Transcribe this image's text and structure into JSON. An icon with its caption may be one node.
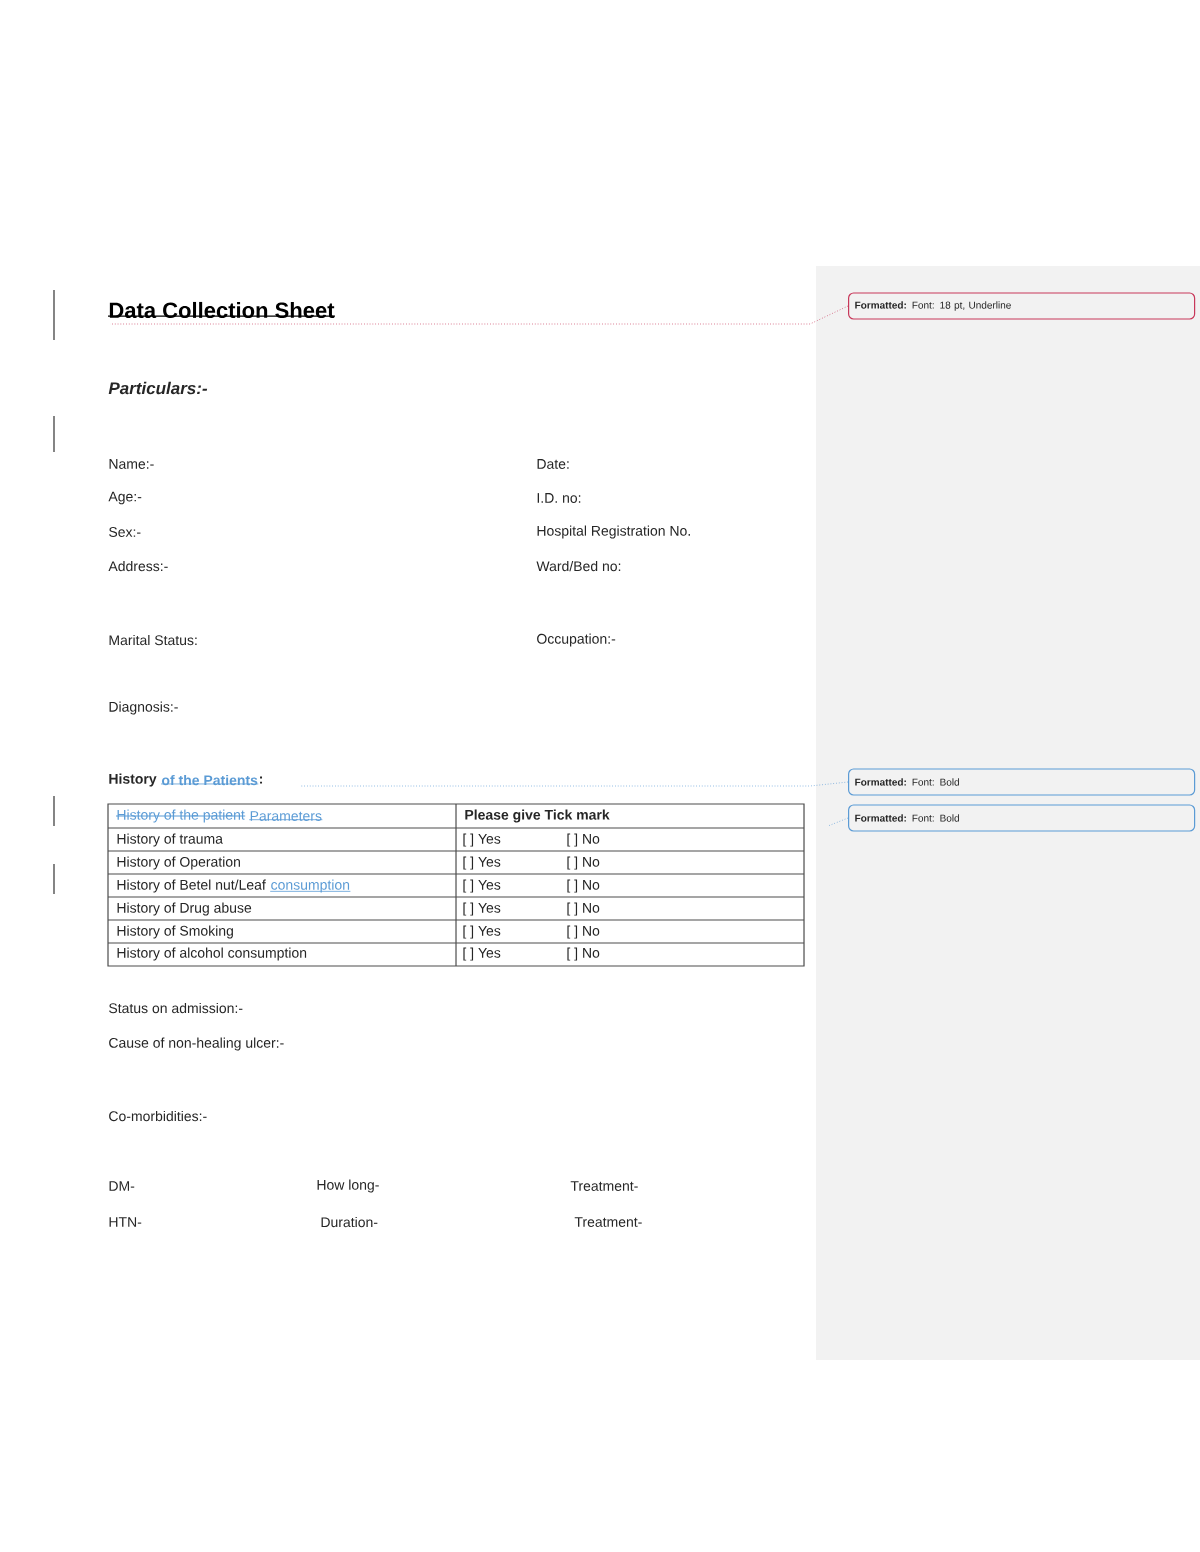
{
  "diagram": {
    "title": "Data Collection Sheet",
    "nodes": [
      {
        "text": [
          "**Formatted:** Font: 18 pt, Underline"
        ]
      },
      {
        "text": [
          "**Formatted:** Font: Bold"
        ]
      },
      {
        "text": [
          "**Formatted:** Font: Bold"
        ]
      }
    ],
    "edges": [
      {
        "from": 0,
        "to": null,
        "arrow": "none",
        "color": "#c8385a"
      },
      {
        "from": 1,
        "to": null,
        "arrow": "none"
      },
      {
        "from": 2,
        "to": null,
        "arrow": "none"
      }
    ],
    "labels": [
      "Particulars:-",
      "Name:-",
      "Date:",
      "Age:-",
      "I.D. no:",
      "Sex:-",
      "Hospital Registration No.",
      "Address:-",
      "Ward/Bed no:",
      "Marital Status:",
      "Occupation:-",
      "Diagnosis:-",
      "History",
      "of the Patients",
      ":",
      "History of the patient",
      "Parameters",
      "Please give Tick mark",
      "History of trauma",
      "[ ] Yes",
      "[ ] No",
      "History of Operation",
      "[ ] Yes",
      "[ ] No",
      "History of Betel nut/Leaf",
      "consumption",
      "[ ] Yes",
      "[ ] No",
      "History of Drug abuse",
      "[ ] Yes",
      "[ ] No",
      "History of Smoking",
      "[ ] Yes",
      "[ ] No",
      "History of alcohol consumption",
      "[ ] Yes",
      "[ ] No",
      "Status on admission:-",
      "Cause of non-healing ulcer:-",
      "Co-morbidities:-",
      "DM-",
      "How long-",
      "Treatment-",
      "HTN-",
      "Duration-",
      "Treatment-"
    ]
  }
}
